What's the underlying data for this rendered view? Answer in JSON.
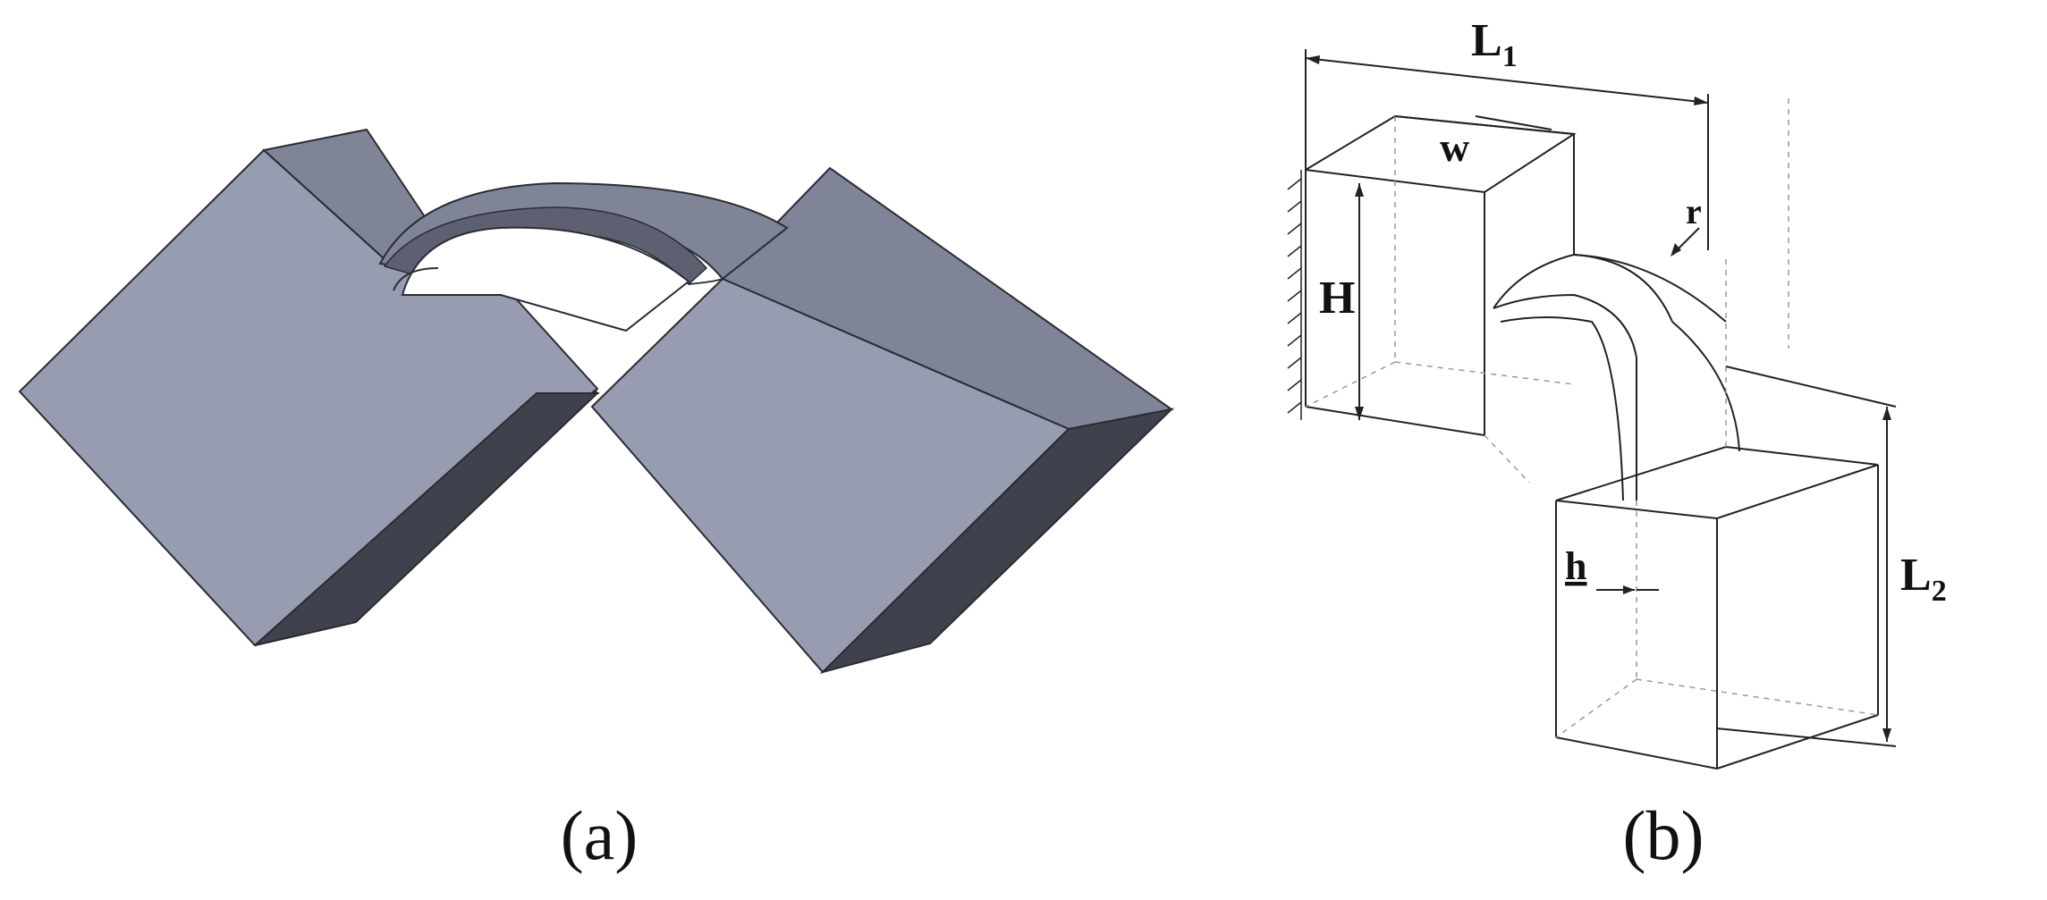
{
  "panels": {
    "a": {
      "caption": "(a)"
    },
    "b": {
      "caption": "(b)",
      "labels": {
        "L1_main": "L",
        "L1_sub": "1",
        "w": "w",
        "H": "H",
        "r": "r",
        "h": "h",
        "L2_main": "L",
        "L2_sub": "2"
      }
    }
  },
  "colors": {
    "top_face": "#7f8496",
    "front_face": "#989cb0",
    "side_face": "#3f424c",
    "hinge_inner": "#5d6070",
    "line": "#222222",
    "dashed": "#999999"
  }
}
